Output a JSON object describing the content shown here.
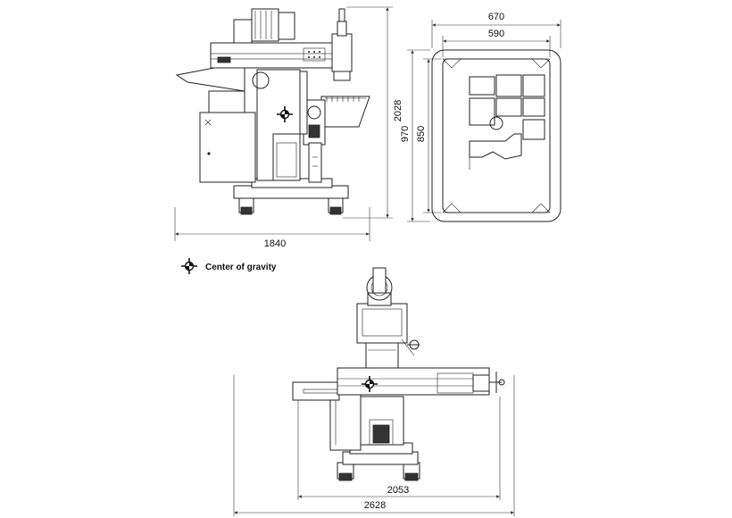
{
  "dimensions": {
    "side_width": "1840",
    "side_height": "2028",
    "base_outer_width": "670",
    "base_inner_width": "590",
    "base_outer_depth": "970",
    "base_inner_depth": "850",
    "front_table_travel": "2053",
    "front_overall_width": "2628"
  },
  "legend": {
    "label": "Center of gravity",
    "icon": "center-of-gravity-icon"
  },
  "colors": {
    "line": "#222222",
    "background": "#ffffff"
  }
}
